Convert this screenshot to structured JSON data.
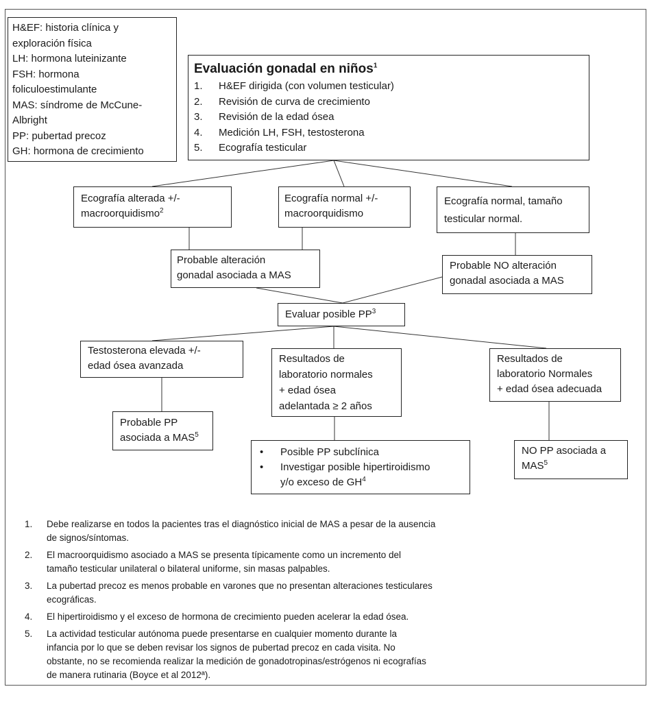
{
  "legend": {
    "lines": [
      "H&EF: historia clínica y",
      "exploración física",
      "LH: hormona luteinizante",
      "FSH: hormona",
      "foliculoestimulante",
      "MAS: síndrome de McCune-",
      "Albright",
      "PP: pubertad precoz",
      "GH: hormona de crecimiento"
    ]
  },
  "main": {
    "title": "Evaluación gonadal en niños",
    "title_sup": "1",
    "steps": [
      {
        "num": "1.",
        "text": "H&EF dirigida (con volumen testicular)"
      },
      {
        "num": "2.",
        "text": "Revisión de curva de crecimiento"
      },
      {
        "num": "3.",
        "text": "Revisión de la edad ósea"
      },
      {
        "num": "4.",
        "text": "Medición LH, FSH, testosterona"
      },
      {
        "num": "5.",
        "text": "Ecografía testicular"
      }
    ]
  },
  "nodes": {
    "eco_alterada": {
      "line1": "Ecografía alterada +/-",
      "line2": " macroorquidismo",
      "sup": "2"
    },
    "eco_normal_macro": {
      "line1": "Ecografía normal +/-",
      "line2": " macroorquidismo"
    },
    "eco_normal_tamano": {
      "line1": "Ecografía normal, tamaño",
      "line2": "testicular normal."
    },
    "probable_alteracion": {
      "line1": "Probable alteración",
      "line2": "gonadal asociada a MAS"
    },
    "probable_no_alteracion": {
      "line1": "Probable NO alteración",
      "line2": "gonadal asociada a MAS"
    },
    "evaluar_pp": {
      "text": "Evaluar posible  PP",
      "sup": "3"
    },
    "testosterona": {
      "line1": "Testosterona elevada +/-",
      "line2": "edad ósea avanzada"
    },
    "lab_normales_adelantada": {
      "lines": [
        "Resultados de",
        "laboratorio normales",
        "+ edad ósea",
        "adelantada ≥ 2 años"
      ]
    },
    "lab_normales_adecuada": {
      "lines": [
        "Resultados de",
        "laboratorio Normales",
        "+ edad ósea adecuada"
      ]
    },
    "probable_pp": {
      "line1": "Probable PP",
      "line2": "asociada a MAS",
      "sup": "5"
    },
    "subclinica": {
      "items": [
        "Posible PP subclínica",
        "Investigar posible hipertiroidismo"
      ],
      "item2_cont": "y/o exceso de GH",
      "item2_sup": "4",
      "bullet": "•"
    },
    "no_pp": {
      "line1": "NO PP asociada a",
      "line2": "MAS",
      "sup": "5"
    }
  },
  "notes": [
    {
      "num": "1.",
      "lines": [
        "Debe realizarse en todos la pacientes tras el diagnóstico inicial de MAS a pesar de la ausencia",
        "de signos/síntomas."
      ]
    },
    {
      "num": "2.",
      "lines": [
        "El macroorquidismo asociado a MAS se presenta típicamente como un incremento del",
        "tamaño testicular unilateral o bilateral uniforme, sin masas palpables."
      ]
    },
    {
      "num": "3.",
      "lines": [
        "La pubertad precoz es menos probable en varones que no presentan  alteraciones testiculares",
        "ecográficas."
      ]
    },
    {
      "num": "4.",
      "lines": [
        "El hipertiroidismo y el exceso de hormona de crecimiento pueden acelerar la edad ósea."
      ]
    },
    {
      "num": "5.",
      "lines": [
        "La actividad testicular autónoma puede presentarse en cualquier momento durante la",
        "infancia por lo que se deben revisar los signos de pubertad precoz en cada visita. No",
        "obstante, no se recomienda realizar la medición de gonadotropinas/estrógenos  ni ecografías",
        "de manera rutinaria (Boyce et al 2012ª)."
      ]
    }
  ]
}
